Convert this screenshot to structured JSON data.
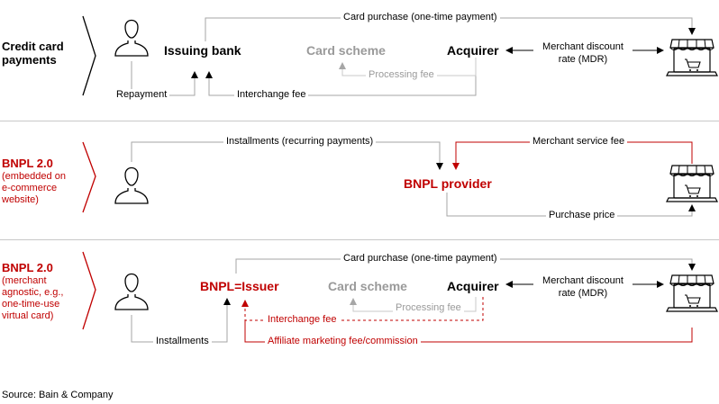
{
  "rows": [
    {
      "title": "Credit card payments",
      "subtitle": "",
      "nodes": {
        "issuer": "Issuing bank",
        "scheme": "Card scheme",
        "acquirer": "Acquirer"
      },
      "flows": {
        "card_purchase": "Card purchase (one-time payment)",
        "repayment": "Repayment",
        "interchange_fee": "Interchange fee",
        "processing_fee": "Processing fee",
        "mdr": "Merchant discount rate (MDR)"
      }
    },
    {
      "title": "BNPL 2.0",
      "subtitle": "(embedded on e-commerce website)",
      "nodes": {
        "provider": "BNPL provider"
      },
      "flows": {
        "installments": "Installments (recurring payments)",
        "merchant_service_fee": "Merchant service fee",
        "purchase_price": "Purchase price"
      }
    },
    {
      "title": "BNPL 2.0",
      "subtitle": "(merchant agnostic, e.g., one-time-use virtual card)",
      "nodes": {
        "issuer": "BNPL=Issuer",
        "scheme": "Card scheme",
        "acquirer": "Acquirer"
      },
      "flows": {
        "card_purchase": "Card purchase (one-time payment)",
        "installments": "Installments",
        "interchange_fee": "Interchange fee",
        "processing_fee": "Processing fee",
        "mdr": "Merchant discount rate (MDR)",
        "affiliate_fee": "Affiliate marketing fee/commission"
      }
    }
  ],
  "icons": {
    "consumer": "person-icon",
    "merchant": "storefront-laptop-icon"
  },
  "colors": {
    "accent_red": "#c00000",
    "muted_grey": "#9a9a9a",
    "line_grey": "#a6a6a6"
  },
  "source": "Source: Bain & Company"
}
